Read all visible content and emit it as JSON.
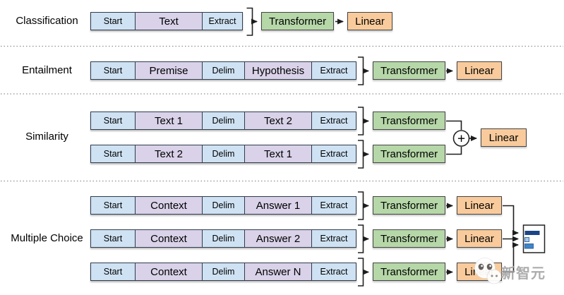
{
  "row_labels": [
    "Classification",
    "Entailment",
    "Similarity",
    "Multiple Choice"
  ],
  "sequences": {
    "classification": [
      "Start",
      "Text",
      "Extract"
    ],
    "entailment": [
      "Start",
      "Premise",
      "Delim",
      "Hypothesis",
      "Extract"
    ],
    "similarity_a": [
      "Start",
      "Text 1",
      "Delim",
      "Text 2",
      "Extract"
    ],
    "similarity_b": [
      "Start",
      "Text 2",
      "Delim",
      "Text 1",
      "Extract"
    ],
    "multiple_choice_a": [
      "Start",
      "Context",
      "Delim",
      "Answer 1",
      "Extract"
    ],
    "multiple_choice_b": [
      "Start",
      "Context",
      "Delim",
      "Answer 2",
      "Extract"
    ],
    "multiple_choice_c": [
      "Start",
      "Context",
      "Delim",
      "Answer N",
      "Extract"
    ]
  },
  "box_labels": {
    "transformer": "Transformer",
    "linear": "Linear"
  },
  "operators": {
    "sum": "+"
  },
  "watermark": {
    "text": "新智元"
  },
  "colors": {
    "token_special_fill": "#cfe2f3",
    "token_text_fill": "#d9d2e9",
    "transformer_fill": "#b6d7a8",
    "linear_fill": "#f9cb9c",
    "line_stroke": "#1d1d1d",
    "separator_gray": "#8f8f8f",
    "bar_dark_blue": "#1c4587",
    "bar_light_blue": "#a6c6ea",
    "bar_mid_blue": "#3d85c6"
  }
}
